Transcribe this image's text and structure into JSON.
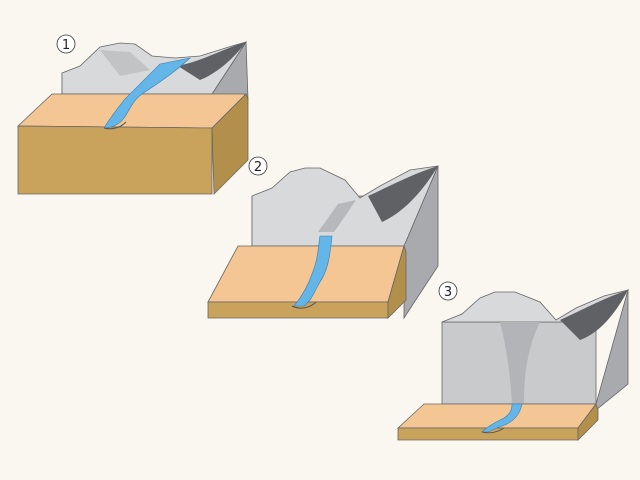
{
  "steps": [
    {
      "label": "1"
    },
    {
      "label": "2"
    },
    {
      "label": "3"
    }
  ],
  "colors": {
    "background": "#faf7f0",
    "sand_top": "#f3c694",
    "sand_front": "#c9a35c",
    "sand_side": "#b38f4c",
    "rock_front": "#c9cacc",
    "rock_top": "#d8d9db",
    "rock_side": "#a9aaad",
    "rock_shadow": "#606164",
    "water": "#64b5e8",
    "outline": "#555555"
  }
}
